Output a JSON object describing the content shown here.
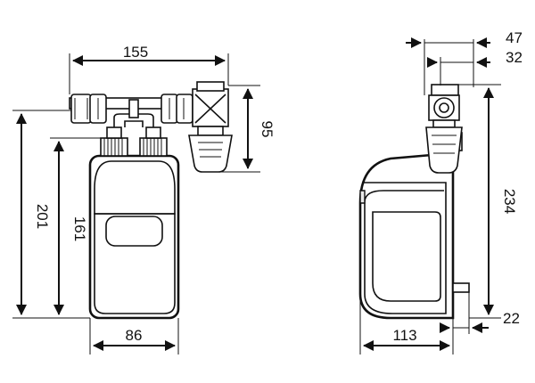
{
  "dimensions": {
    "width_top": "155",
    "pipe_height": "95",
    "total_height_front": "201",
    "body_height_front": "161",
    "body_width_front": "86",
    "side_offset_outer": "47",
    "side_offset_inner": "32",
    "total_height_side": "234",
    "side_depth": "113",
    "mount_bracket": "22"
  },
  "colors": {
    "line": "#111111",
    "background": "#ffffff",
    "shade": "#e9e9e9"
  }
}
